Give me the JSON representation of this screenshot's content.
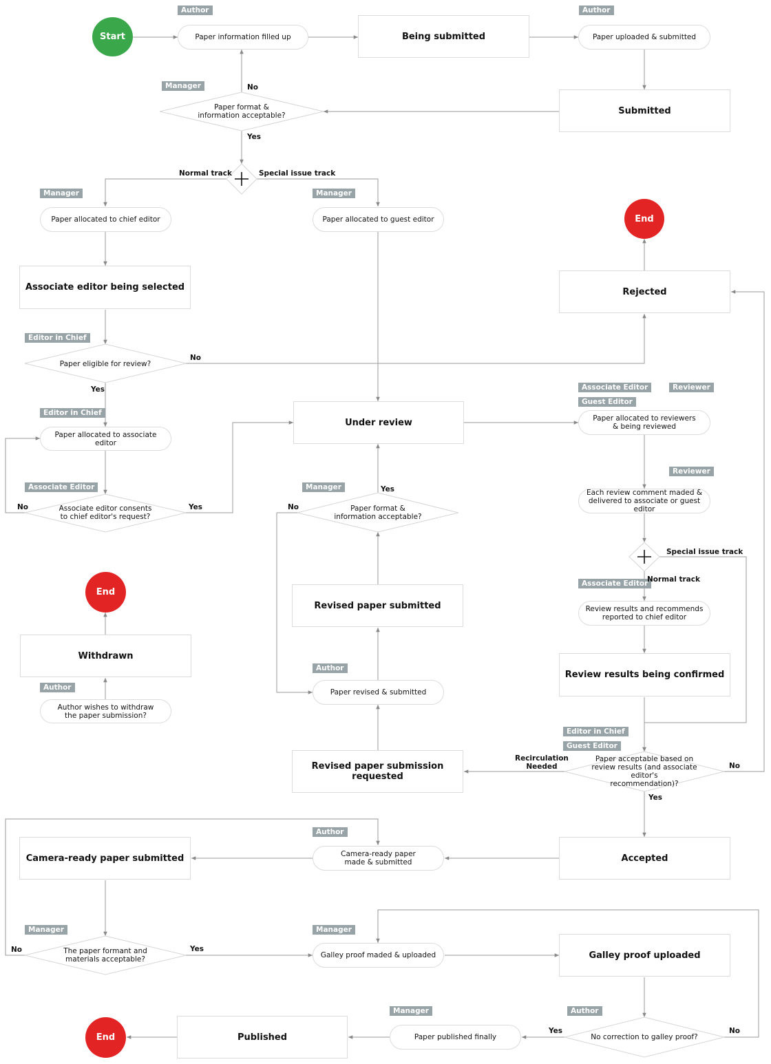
{
  "terminals": {
    "start": "Start",
    "end_rejected": "End",
    "end_withdrawn": "End",
    "end_published": "End"
  },
  "states": {
    "being_submitted": "Being submitted",
    "submitted": "Submitted",
    "associate_editor_being_selected": "Associate editor being selected",
    "rejected": "Rejected",
    "under_review": "Under review",
    "revised_paper_submitted": "Revised paper submitted",
    "withdrawn": "Withdrawn",
    "review_results_being_confirmed": "Review results being confirmed",
    "revised_paper_submission_requested": "Revised paper submission requested",
    "camera_ready_paper_submitted": "Camera-ready paper submitted",
    "accepted": "Accepted",
    "galley_proof_uploaded": "Galley proof uploaded",
    "published": "Published"
  },
  "actions": {
    "paper_information_filled_up": "Paper information filled up",
    "paper_uploaded_submitted": "Paper uploaded & submitted",
    "paper_allocated_to_chief_editor": "Paper allocated to chief editor",
    "paper_allocated_to_guest_editor": "Paper allocated to guest editor",
    "paper_allocated_to_associate_editor": "Paper allocated to associate editor",
    "paper_allocated_to_reviewers": "Paper allocated to reviewers\n& being reviewed",
    "each_review_comment": "Each review comment maded &\ndelivered to associate or guest editor",
    "review_results_reported": "Review results and recommends\nreported to chief editor",
    "author_wishes_to_withdraw": "Author wishes to withdraw\nthe paper submission?",
    "paper_revised_submitted": "Paper revised & submitted",
    "camera_ready_made_submitted": "Camera-ready paper\nmade & submitted",
    "galley_proof_maded_uploaded": "Galley proof maded & uploaded",
    "paper_published_finally": "Paper published finally"
  },
  "decisions": {
    "format_acceptable_1": "Paper format &\ninformation acceptable?",
    "eligible_for_review": "Paper eligible for review?",
    "associate_consents": "Associate editor consents\nto chief editor's request?",
    "format_acceptable_2": "Paper format &\ninformation acceptable?",
    "acceptable_based_on_review": "Paper acceptable based on\nreview results (and associate editor's\nrecommendation)?",
    "materials_acceptable": "The paper formant and\nmaterials acceptable?",
    "no_correction": "No correction to galley proof?"
  },
  "roles": {
    "author": "Author",
    "manager": "Manager",
    "editor_in_chief": "Editor in Chief",
    "associate_editor": "Associate Editor",
    "guest_editor": "Guest Editor",
    "reviewer": "Reviewer"
  },
  "edge_labels": {
    "no": "No",
    "yes": "Yes",
    "normal_track": "Normal track",
    "special_issue_track": "Special issue track",
    "recirculation_needed": "Recirculation\nNeeded"
  }
}
